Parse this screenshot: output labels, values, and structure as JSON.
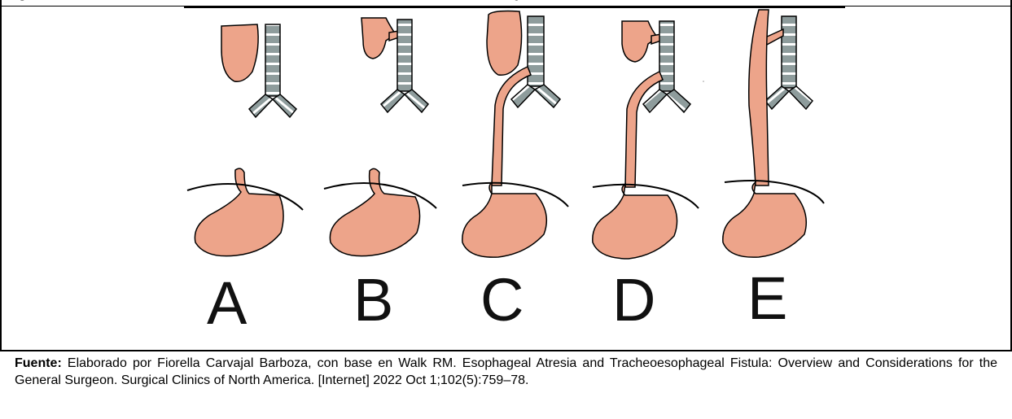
{
  "figure": {
    "label": "igu",
    "title_tail": "g"
  },
  "panels": [
    {
      "id": "A",
      "label": "A"
    },
    {
      "id": "B",
      "label": "B"
    },
    {
      "id": "C",
      "label": "C"
    },
    {
      "id": "D",
      "label": "D"
    },
    {
      "id": "E",
      "label": "E"
    }
  ],
  "colors": {
    "esophagus_stomach": "#eda48a",
    "trachea": "#8e9c9c",
    "trachea_rings": "#ffffff",
    "outline": "#000000"
  },
  "caption": {
    "lead": "Fuente:",
    "text": "Elaborado por Fiorella Carvajal Barboza, con base en Walk RM. Esophageal Atresia and Tracheoesophageal Fistula: Overview and Considerations for the General Surgeon. Surgical Clinics of North America. [Internet] 2022 Oct 1;102(5):759–78."
  }
}
